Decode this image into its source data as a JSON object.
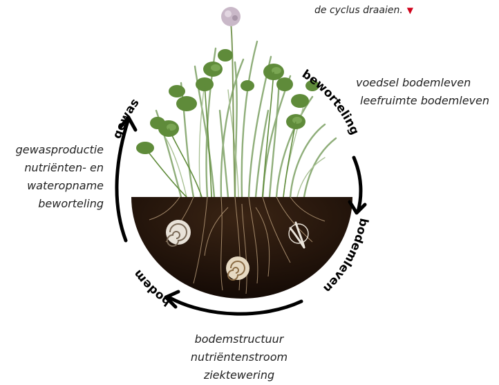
{
  "header_note": {
    "text": "de cyclus draaien.",
    "marker_color": "#d0021b"
  },
  "cycle_labels": {
    "gewas": "gewas",
    "beworteling": "beworteling",
    "bodemleven": "bodemleven",
    "bodem": "bodem"
  },
  "notes": {
    "right": [
      "voedsel bodemleven",
      "leefruimte bodemleven"
    ],
    "left": [
      "gewasproductie",
      "nutriënten- en",
      "wateropname",
      "beworteling"
    ],
    "bottom": [
      "bodemstructuur",
      "nutriëntenstroom",
      "ziektewering"
    ]
  },
  "colors": {
    "soil": "#1f1109",
    "leaf": "#5f8b3a",
    "grass": "#8fae7a",
    "root": "#b89c7a",
    "arrow": "#000000",
    "flower": "#c9b8c8"
  },
  "icons": {
    "plant": "clover-grass-plant-illustration",
    "soil": "soil-cross-section",
    "organisms": [
      "ammonite-fossil-icon",
      "snail-shell-icon",
      "root-fragment-icon"
    ]
  }
}
